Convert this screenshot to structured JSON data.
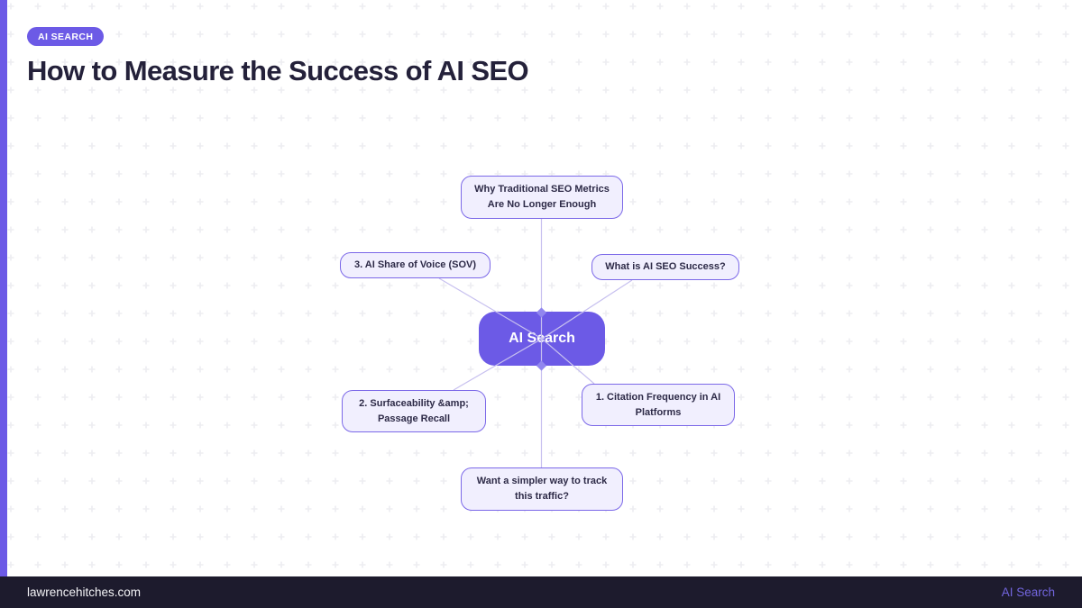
{
  "header": {
    "badge": "AI SEARCH",
    "title": "How to Measure the Success of AI SEO"
  },
  "diagram": {
    "center_label": "AI Search",
    "nodes": [
      {
        "name": "why-traditional-seo-metrics",
        "label": [
          "Why Traditional SEO Metrics",
          "Are No Longer Enough"
        ]
      },
      {
        "name": "ai-share-of-voice",
        "label": [
          "3. AI Share of Voice (SOV)"
        ]
      },
      {
        "name": "what-is-ai-seo-success",
        "label": [
          "What is AI SEO Success?"
        ]
      },
      {
        "name": "surfaceability-passage-recall",
        "label": [
          "2. Surfaceability &amp;",
          "Passage Recall"
        ]
      },
      {
        "name": "citation-frequency-in-ai-platforms",
        "label": [
          "1. Citation Frequency in AI",
          "Platforms"
        ]
      },
      {
        "name": "simpler-way-to-track-traffic",
        "label": [
          "Want a simpler way to track",
          "this traffic?"
        ]
      }
    ]
  },
  "footer": {
    "left": "lawrencehitches.com",
    "right": "AI Search"
  },
  "colors": {
    "accent": "#6c5ae6",
    "node_fill": "#f1effe",
    "node_border": "#7b68e8",
    "connector_line": "#c7c0ef",
    "arrow_diamond": "#9186ef",
    "title_text": "#24213a",
    "footer_bg": "#1d1b2d",
    "footer_link": "#f3f3f6",
    "footer_brand": "#7265dd",
    "grid_mark": "#ededf1"
  }
}
